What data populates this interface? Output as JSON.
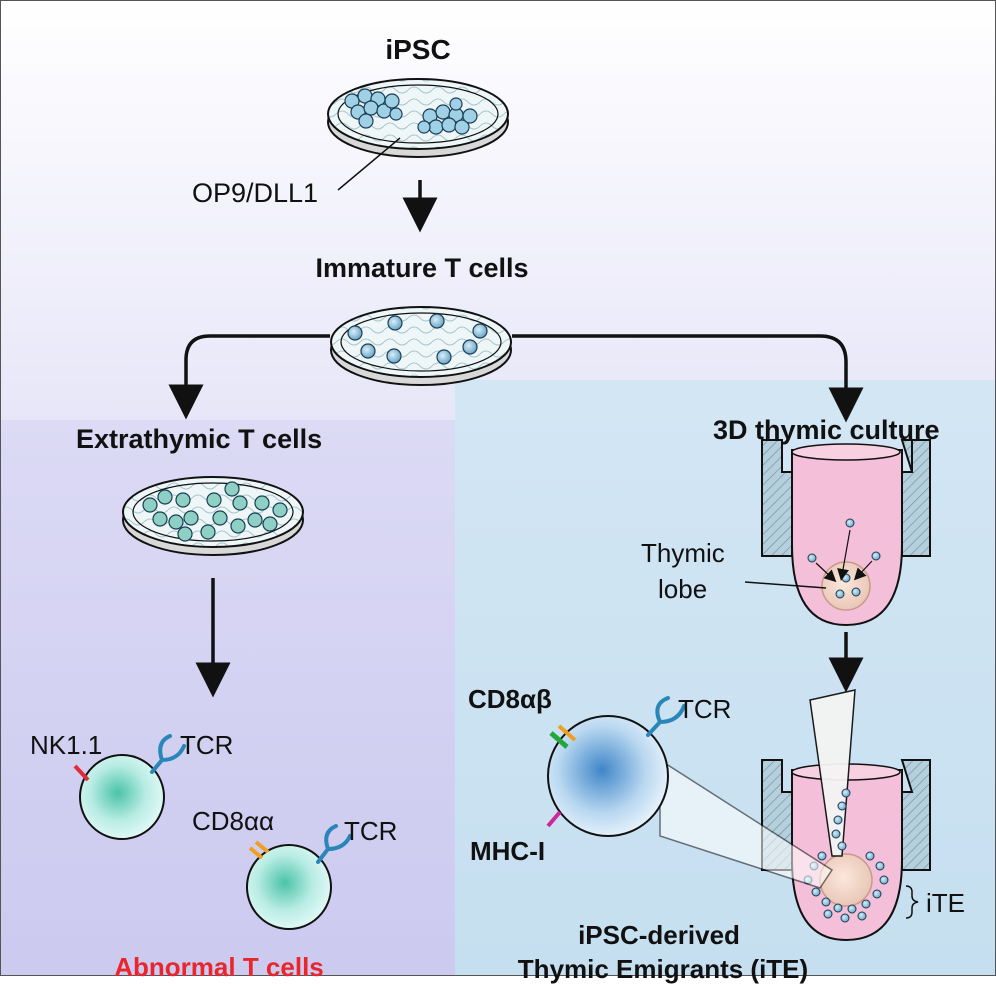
{
  "labels": {
    "ipsc": "iPSC",
    "op9": "OP9/DLL1",
    "immature": "Immature T cells",
    "extrathymic": "Extrathymic T cells",
    "thymic_culture": "3D thymic culture",
    "thymic_lobe_1": "Thymic",
    "thymic_lobe_2": "lobe",
    "nk11": "NK1.1",
    "tcr_1": "TCR",
    "cd8aa": "CD8αα",
    "tcr_2": "TCR",
    "abnormal": "Abnormal T cells",
    "cd8ab": "CD8αβ",
    "tcr_3": "TCR",
    "mhc1": "MHC-I",
    "ite": "iTE",
    "derived_1": "iPSC-derived",
    "derived_2": "Thymic Emigrants (iTE)"
  },
  "colors": {
    "background_top": "#ffffff",
    "left_panel": "#cfcdf0",
    "right_panel": "#c9e2f2",
    "abnormal_text": "#e8262b",
    "tcr": "#2a86b8",
    "nk11": "#e02a3a",
    "cd8": "#f0a020",
    "cd8b": "#22a83a",
    "mhc": "#d0269a",
    "well_pink": "#f4bfd8",
    "hatch": "#8fb3c4"
  }
}
